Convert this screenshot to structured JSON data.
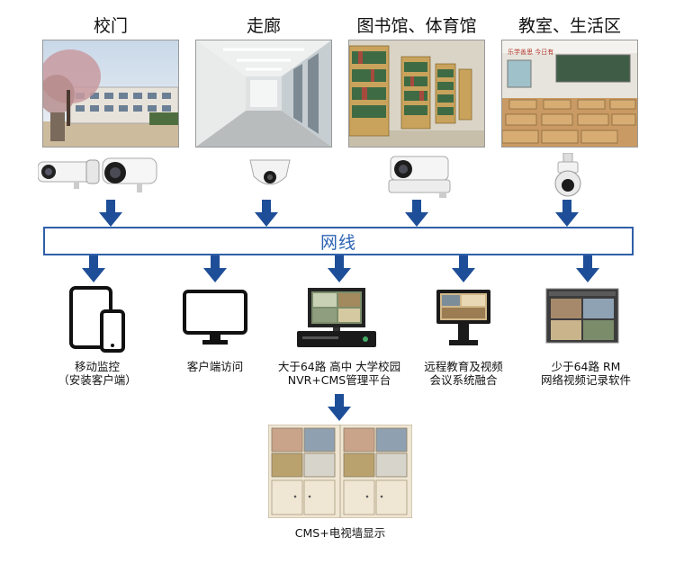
{
  "locations": [
    {
      "label": "校门"
    },
    {
      "label": "走廊"
    },
    {
      "label": "图书馆、体育馆"
    },
    {
      "label": "教室、生活区"
    }
  ],
  "network": {
    "label": "网线"
  },
  "devices": [
    {
      "line1": "移动监控",
      "line2": "（安装客户端）"
    },
    {
      "line1": "客户端访问",
      "line2": ""
    },
    {
      "line1": "大于64路 高中 大学校园",
      "line2": "NVR+CMS管理平台"
    },
    {
      "line1": "远程教育及视频",
      "line2": "会议系统融合"
    },
    {
      "line1": "少于64路 RM",
      "line2": "网络视频记录软件"
    }
  ],
  "video_wall": {
    "label": "CMS+电视墙显示"
  },
  "classroom_board_text": "乐学善思 今日有",
  "colors": {
    "arrow": "#1f4e98",
    "network_border": "#2f5fa8",
    "network_text": "#2b63b3"
  }
}
